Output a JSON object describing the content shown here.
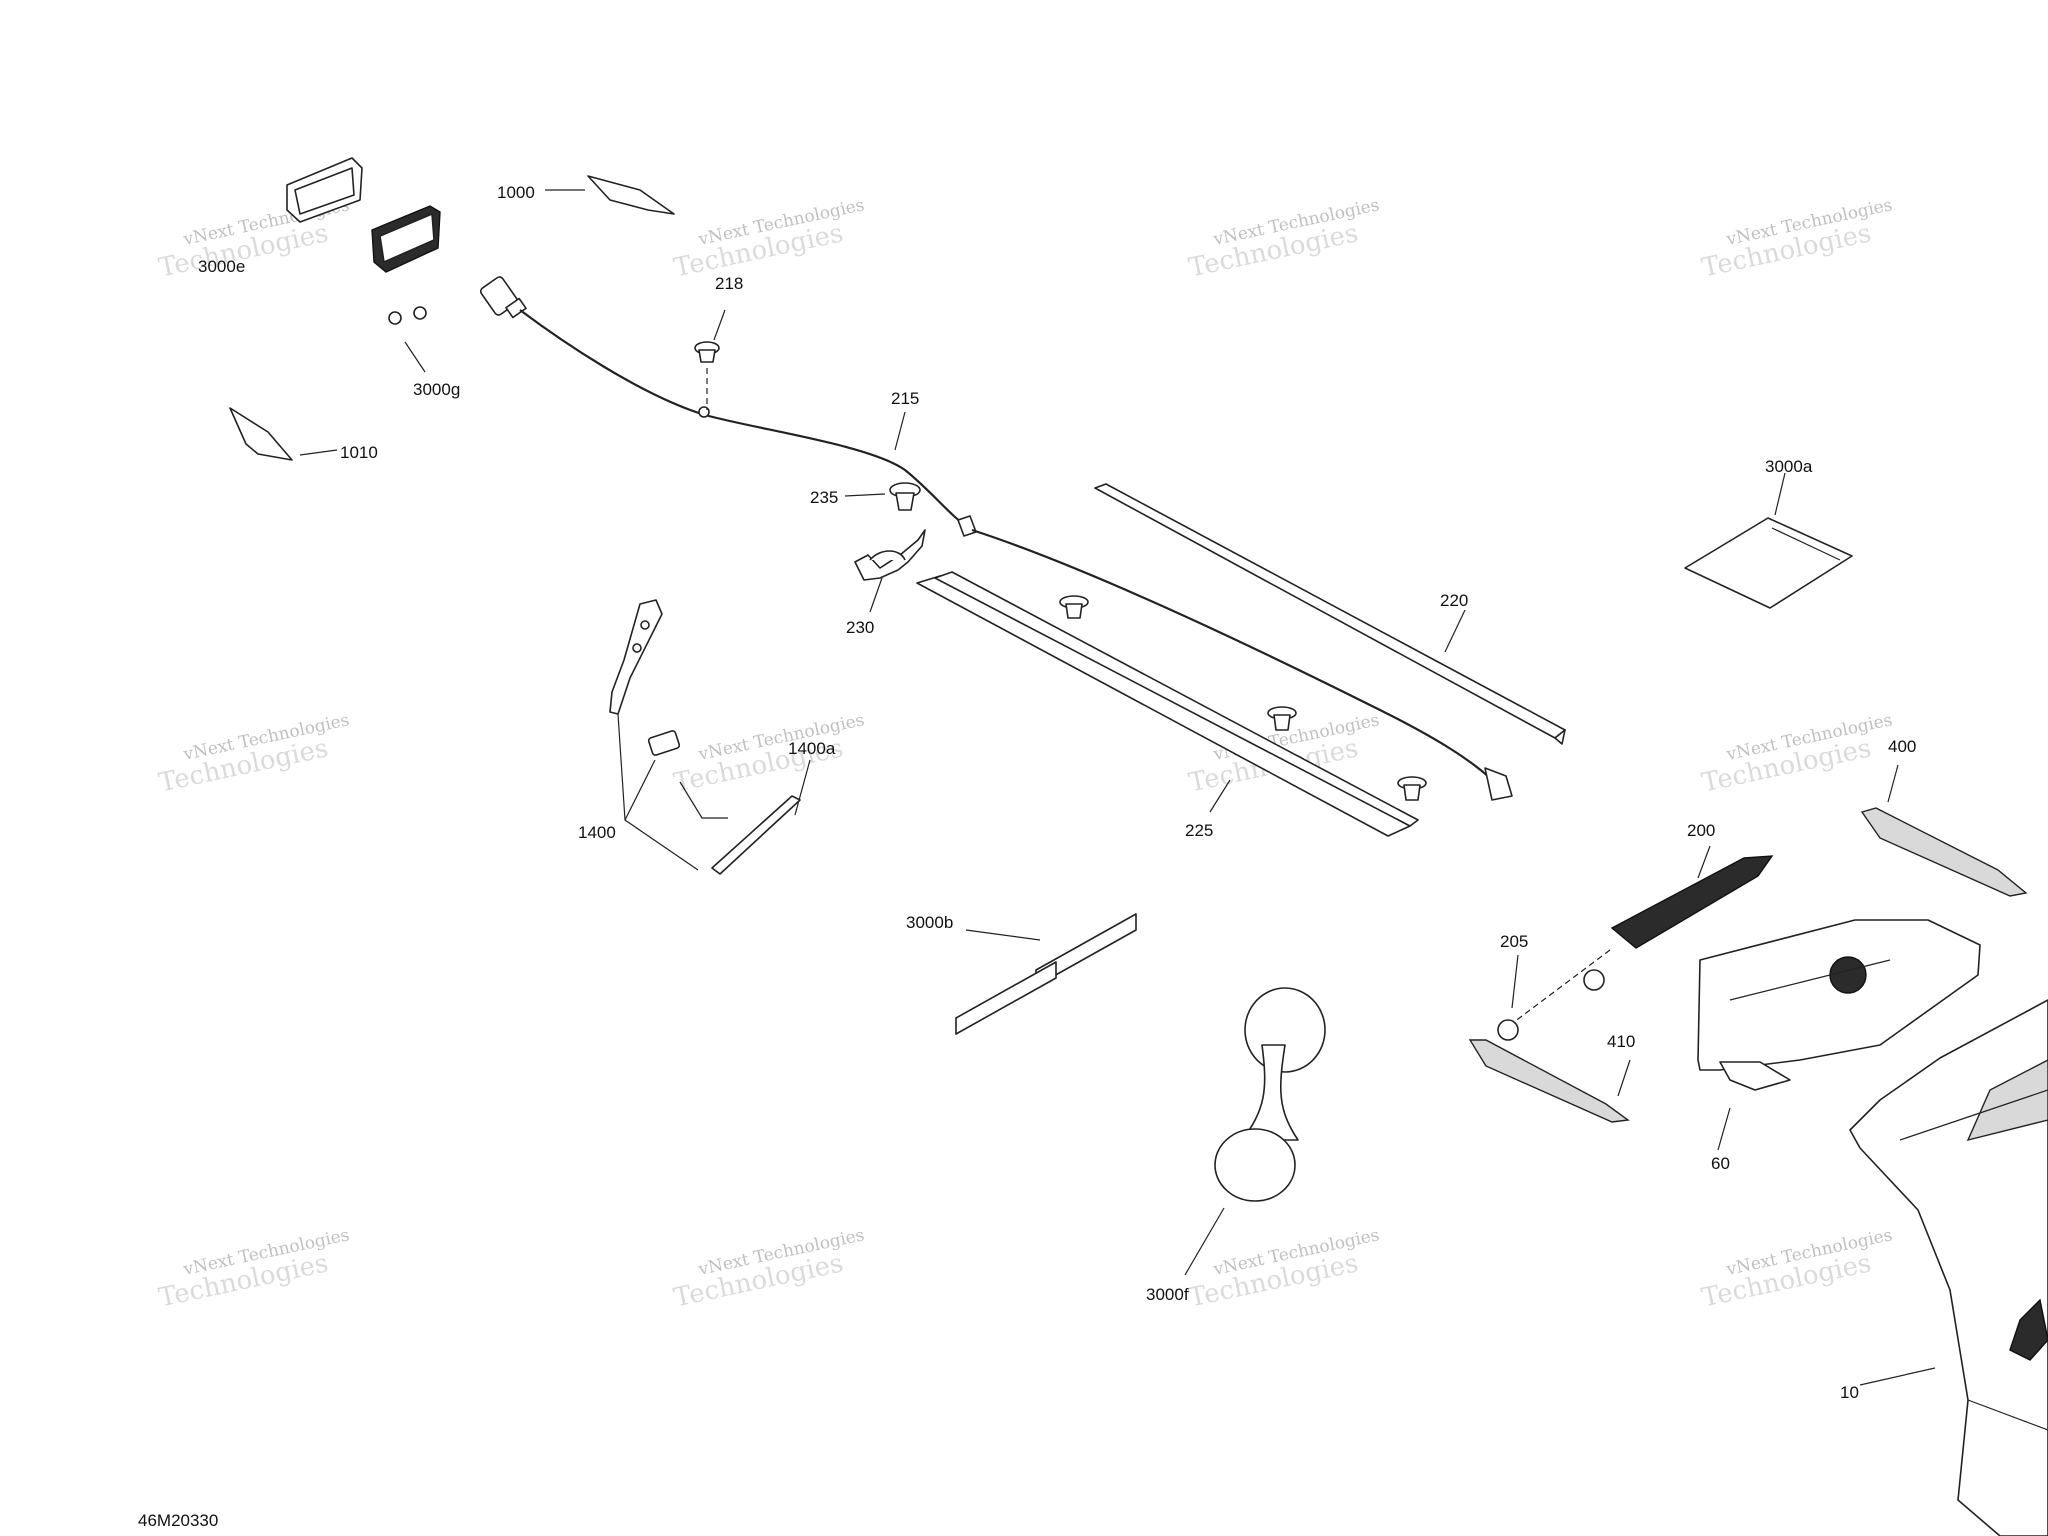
{
  "callouts": [
    {
      "id": "c-3000e",
      "text": "3000e"
    },
    {
      "id": "c-1000",
      "text": "1000"
    },
    {
      "id": "c-218",
      "text": "218"
    },
    {
      "id": "c-3000g",
      "text": "3000g"
    },
    {
      "id": "c-1010",
      "text": "1010"
    },
    {
      "id": "c-215",
      "text": "215"
    },
    {
      "id": "c-235",
      "text": "235"
    },
    {
      "id": "c-230",
      "text": "230"
    },
    {
      "id": "c-3000a",
      "text": "3000a"
    },
    {
      "id": "c-220",
      "text": "220"
    },
    {
      "id": "c-1400a",
      "text": "1400a"
    },
    {
      "id": "c-1400",
      "text": "1400"
    },
    {
      "id": "c-225",
      "text": "225"
    },
    {
      "id": "c-400",
      "text": "400"
    },
    {
      "id": "c-200",
      "text": "200"
    },
    {
      "id": "c-3000b",
      "text": "3000b"
    },
    {
      "id": "c-205",
      "text": "205"
    },
    {
      "id": "c-410",
      "text": "410"
    },
    {
      "id": "c-60",
      "text": "60"
    },
    {
      "id": "c-3000f",
      "text": "3000f"
    },
    {
      "id": "c-10",
      "text": "10"
    }
  ],
  "watermark": {
    "line1": "vNext Technologies",
    "line2": "Technologies"
  },
  "drawing_number": "46M20330"
}
